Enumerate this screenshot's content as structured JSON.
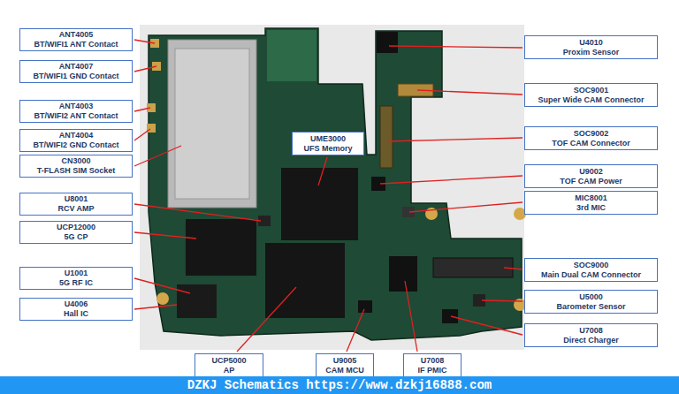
{
  "diagram": {
    "nodes": [
      {
        "text": [
          "ANT4005",
          "BT/WIFI1 ANT Contact"
        ]
      },
      {
        "text": [
          "ANT4007",
          "BT/WIFI1 GND Contact"
        ]
      },
      {
        "text": [
          "ANT4003",
          "BT/WIFI2 ANT Contact"
        ]
      },
      {
        "text": [
          "ANT4004",
          "BT/WIFI2 GND Contact"
        ]
      },
      {
        "text": [
          "CN3000",
          "T-FLASH SIM Socket"
        ]
      },
      {
        "text": [
          "U8001",
          "RCV AMP"
        ]
      },
      {
        "text": [
          "UCP12000",
          "5G CP"
        ]
      },
      {
        "text": [
          "U1001",
          "5G RF IC"
        ]
      },
      {
        "text": [
          "U4006",
          "Hall IC"
        ]
      },
      {
        "text": [
          "UME3000",
          "UFS Memory"
        ]
      },
      {
        "text": [
          "U4010",
          "Proxim Sensor"
        ]
      },
      {
        "text": [
          "SOC9001",
          "Super Wide CAM Connector"
        ]
      },
      {
        "text": [
          "SOC9002",
          "TOF CAM Connector"
        ]
      },
      {
        "text": [
          "U9002",
          "TOF CAM Power"
        ]
      },
      {
        "text": [
          "MIC8001",
          "3rd MIC"
        ]
      },
      {
        "text": [
          "SOC9000",
          "Main Dual CAM Connector"
        ]
      },
      {
        "text": [
          "U5000",
          "Barometer Sensor"
        ]
      },
      {
        "text": [
          "U7008",
          "Direct Charger"
        ]
      },
      {
        "text": [
          "UCP5000",
          "AP"
        ]
      },
      {
        "text": [
          "U9005",
          "CAM MCU"
        ]
      },
      {
        "text": [
          "U7008",
          "IF PMIC"
        ]
      },
      {
        "text": [
          "DZKJ Schematics https://www.dzkj16888.com"
        ]
      }
    ]
  }
}
